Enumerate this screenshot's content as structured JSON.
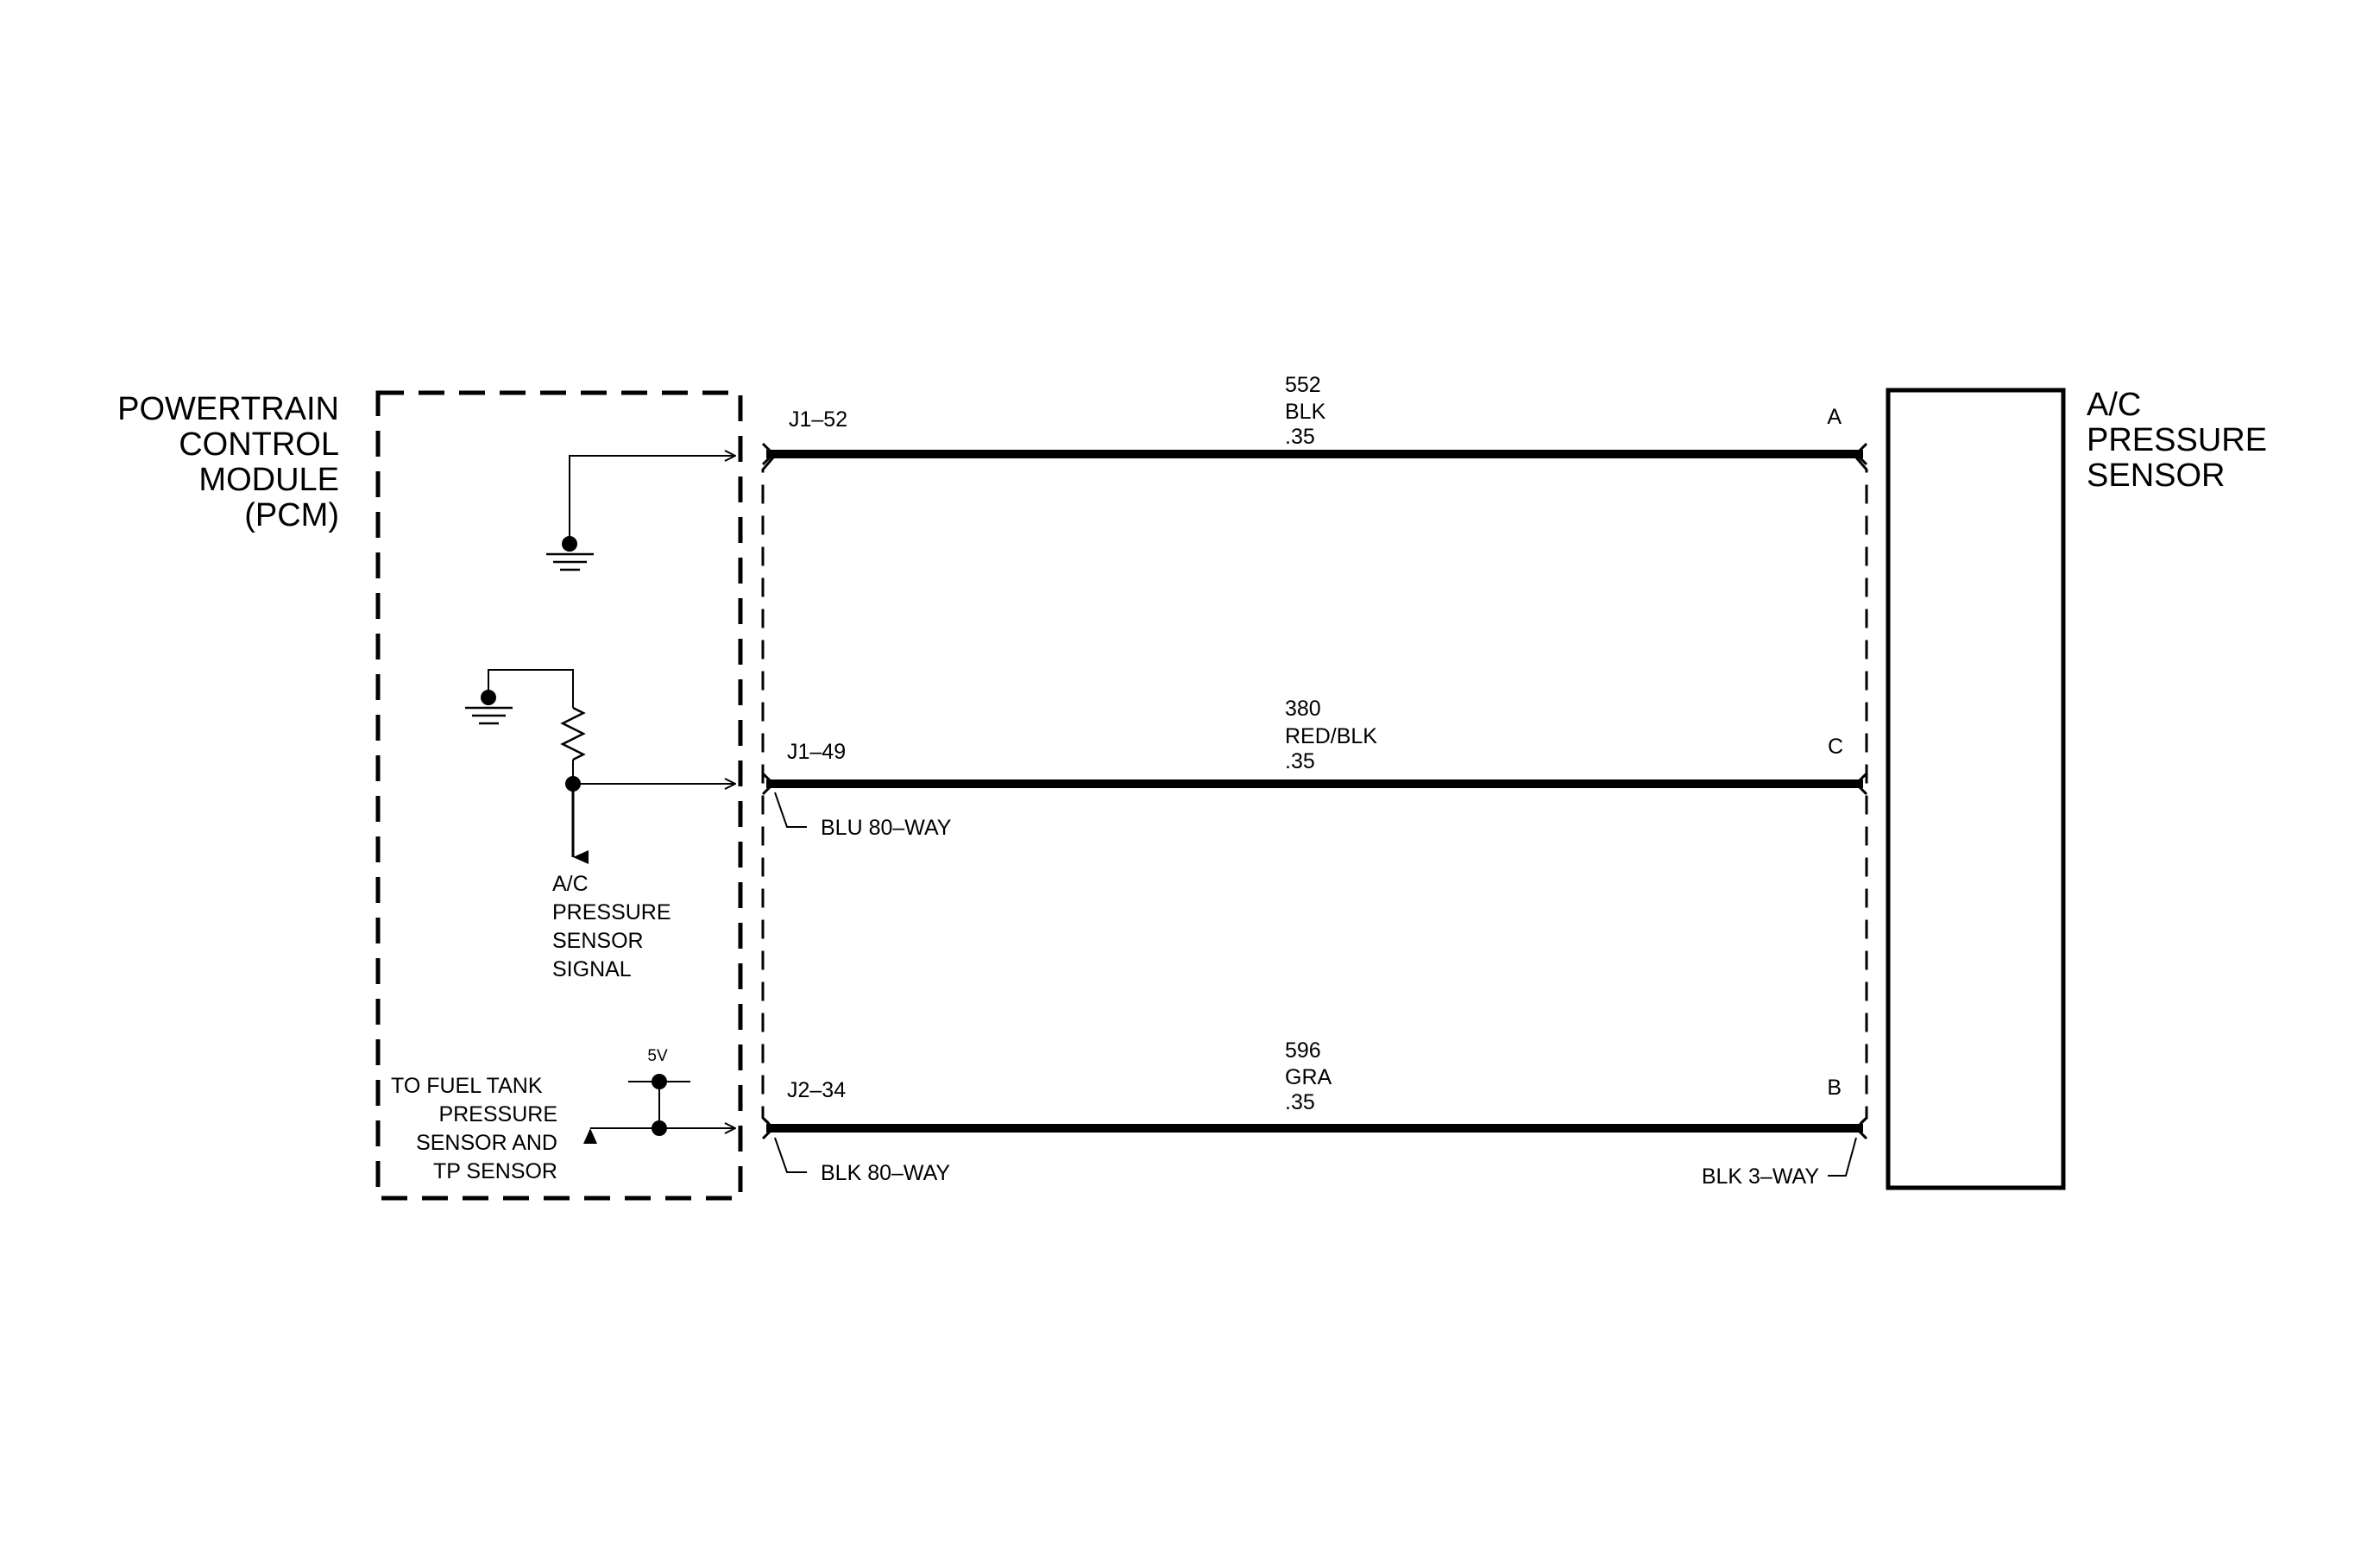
{
  "pcm": {
    "title_lines": [
      "POWERTRAIN",
      "CONTROL",
      "MODULE",
      "(PCM)"
    ]
  },
  "sensor": {
    "title_lines": [
      "A/C",
      "PRESSURE",
      "SENSOR"
    ]
  },
  "circuits": [
    {
      "pcm_pin": "J1–52",
      "circuit_number": "552",
      "wire_color": "BLK",
      "wire_gauge": ".35",
      "sensor_pin": "A"
    },
    {
      "pcm_pin": "J1–49",
      "circuit_number": "380",
      "wire_color": "RED/BLK",
      "wire_gauge": ".35",
      "sensor_pin": "C"
    },
    {
      "pcm_pin": "J2–34",
      "circuit_number": "596",
      "wire_color": "GRA",
      "wire_gauge": ".35",
      "sensor_pin": "B"
    }
  ],
  "connectors": {
    "j1": "BLU 80–WAY",
    "j2": "BLK 80–WAY",
    "sensor": "BLK 3–WAY"
  },
  "internal": {
    "signal_label_lines": [
      "A/C",
      "PRESSURE",
      "SENSOR",
      "SIGNAL"
    ],
    "reference_voltage": "5V",
    "shared_ref_lines": [
      "TO FUEL TANK",
      "PRESSURE",
      "SENSOR AND",
      "TP SENSOR"
    ]
  },
  "colors": {
    "ink": "#000000",
    "background": "#ffffff"
  }
}
